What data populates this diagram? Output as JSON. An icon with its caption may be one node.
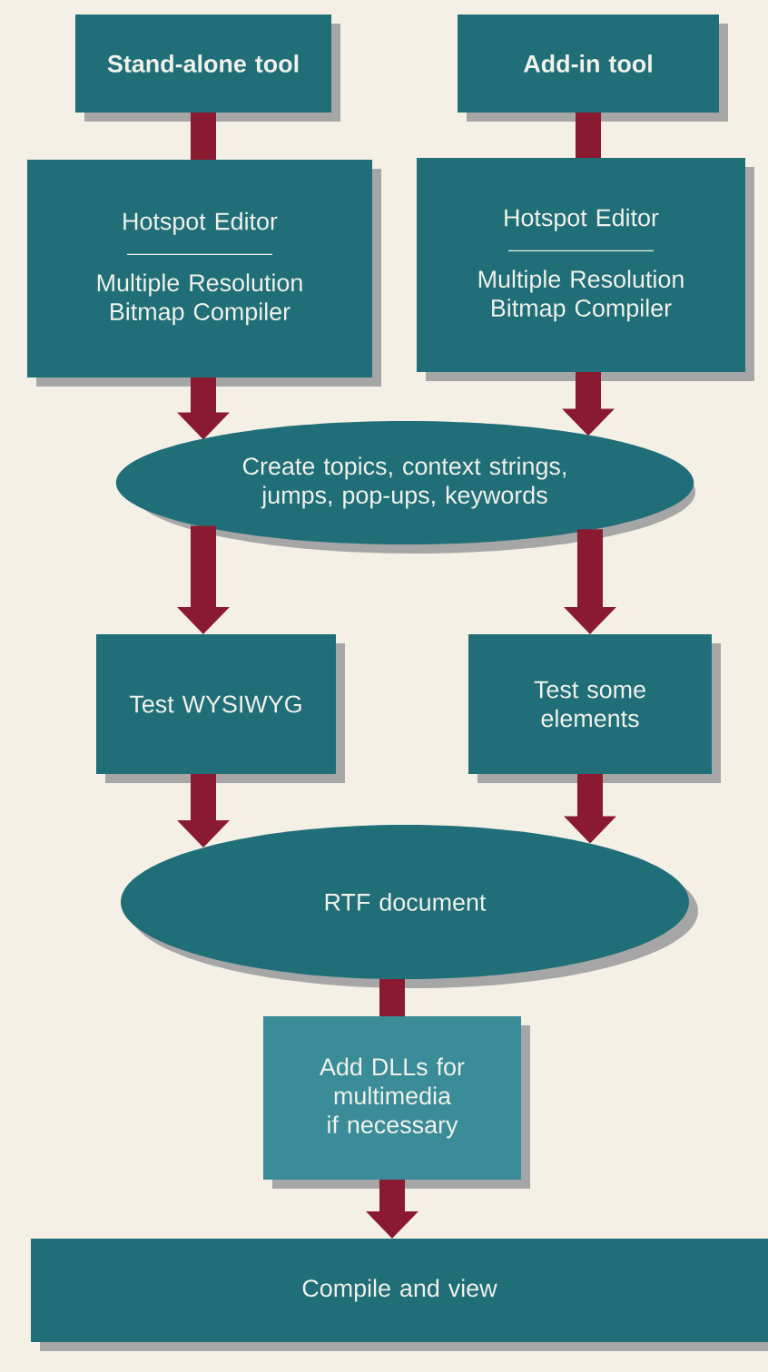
{
  "diagram": {
    "nodes": [
      {
        "text": [
          "Stand-alone tool"
        ]
      },
      {
        "text": [
          "Add-in tool"
        ]
      },
      {
        "text": [
          "Hotspot Editor",
          "Multiple Resolution Bitmap Compiler"
        ]
      },
      {
        "text": [
          "Hotspot Editor",
          "Multiple Resolution Bitmap Compiler"
        ]
      },
      {
        "text": [
          "Create topics, context strings, jumps, pop-ups, keywords"
        ]
      },
      {
        "text": [
          "Test WYSIWYG"
        ]
      },
      {
        "text": [
          "Test some elements"
        ]
      },
      {
        "text": [
          "RTF document"
        ]
      },
      {
        "text": [
          "Add DLLs for multimedia if necessary"
        ]
      },
      {
        "text": [
          "Compile and view"
        ]
      }
    ],
    "edges": [
      {
        "from": 0,
        "to": 2,
        "arrow": "none"
      },
      {
        "from": 2,
        "to": 4,
        "arrow": "to"
      },
      {
        "from": 1,
        "to": 3,
        "arrow": "none"
      },
      {
        "from": 3,
        "to": 4,
        "arrow": "to"
      },
      {
        "from": 4,
        "to": 5,
        "arrow": "to"
      },
      {
        "from": 4,
        "to": 6,
        "arrow": "to"
      },
      {
        "from": 5,
        "to": 7,
        "arrow": "to"
      },
      {
        "from": 6,
        "to": 7,
        "arrow": "to"
      },
      {
        "from": 7,
        "to": 8,
        "arrow": "none"
      },
      {
        "from": 8,
        "to": 9,
        "arrow": "to"
      }
    ]
  }
}
